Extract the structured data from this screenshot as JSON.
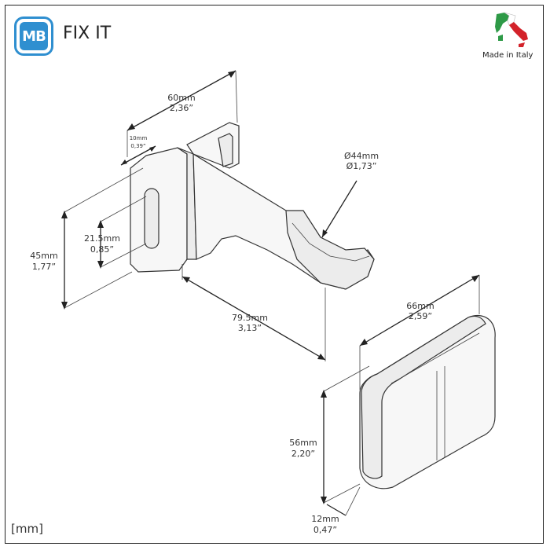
{
  "header": {
    "logo_text": "MB",
    "product_name": "FIX IT",
    "made_in": "Made in Italy",
    "flag_colors": [
      "#2e9a47",
      "#ffffff",
      "#d3222a"
    ]
  },
  "footer": {
    "unit_label": "[mm]"
  },
  "dimensions": {
    "width_top": {
      "mm": "60mm",
      "in": "2,36”"
    },
    "thickness": {
      "mm": "10mm",
      "in": "0,39”"
    },
    "rod_diameter": {
      "mm": "Ø44mm",
      "in": "Ø1,73”"
    },
    "slot": {
      "mm": "21.5mm",
      "in": "0,85”"
    },
    "height": {
      "mm": "45mm",
      "in": "1,77”"
    },
    "projection": {
      "mm": "79.5mm",
      "in": "3,13”"
    },
    "cover_width": {
      "mm": "66mm",
      "in": "2,59”"
    },
    "cover_height": {
      "mm": "56mm",
      "in": "2,20”"
    },
    "cover_depth": {
      "mm": "12mm",
      "in": "0,47”"
    }
  },
  "colors": {
    "logo_blue": "#2f8fd0",
    "line": "#222222"
  }
}
